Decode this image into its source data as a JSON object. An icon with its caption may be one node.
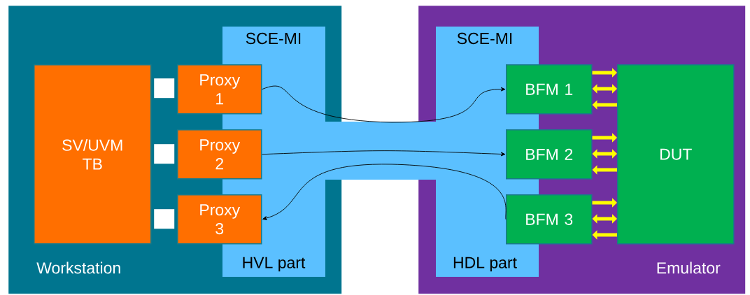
{
  "diagram": {
    "nodes": [
      {
        "text": [
          "Workstation"
        ]
      },
      {
        "text": [
          "SV/UVM TB"
        ],
        "in": 0
      },
      {
        "text": [],
        "shape": "box",
        "in": 0
      },
      {
        "text": [],
        "shape": "box",
        "in": 0
      },
      {
        "text": [],
        "shape": "box",
        "in": 0
      },
      {
        "text": [
          "Proxy 1"
        ],
        "in": 0
      },
      {
        "text": [
          "Proxy 2"
        ],
        "in": 0
      },
      {
        "text": [
          "Proxy 3"
        ],
        "in": 0
      },
      {
        "text": [
          "Emulator"
        ]
      },
      {
        "text": [
          "BFM 1"
        ],
        "in": 8
      },
      {
        "text": [
          "BFM 2"
        ],
        "in": 8
      },
      {
        "text": [
          "BFM 3"
        ],
        "in": 8
      },
      {
        "text": [
          "DUT"
        ],
        "in": 8
      }
    ],
    "edges": [
      {
        "from": 5,
        "to": 9,
        "arrow": "to",
        "color": "#000000"
      },
      {
        "from": 6,
        "to": 10,
        "arrow": "to",
        "color": "#000000"
      },
      {
        "from": 11,
        "to": 7,
        "arrow": "to",
        "color": "#000000"
      },
      {
        "from": 9,
        "to": 12,
        "arrow": "to"
      },
      {
        "from": 9,
        "to": 12,
        "arrow": "both"
      },
      {
        "from": 12,
        "to": 9,
        "arrow": "to"
      },
      {
        "from": 10,
        "to": 12,
        "arrow": "to"
      },
      {
        "from": 10,
        "to": 12,
        "arrow": "both"
      },
      {
        "from": 12,
        "to": 10,
        "arrow": "to"
      },
      {
        "from": 11,
        "to": 12,
        "arrow": "to"
      },
      {
        "from": 11,
        "to": 12,
        "arrow": "both"
      },
      {
        "from": 12,
        "to": 11,
        "arrow": "to"
      }
    ],
    "labels": [
      "SCE-MI",
      "SCE-MI",
      "HVL part",
      "HDL part"
    ]
  }
}
